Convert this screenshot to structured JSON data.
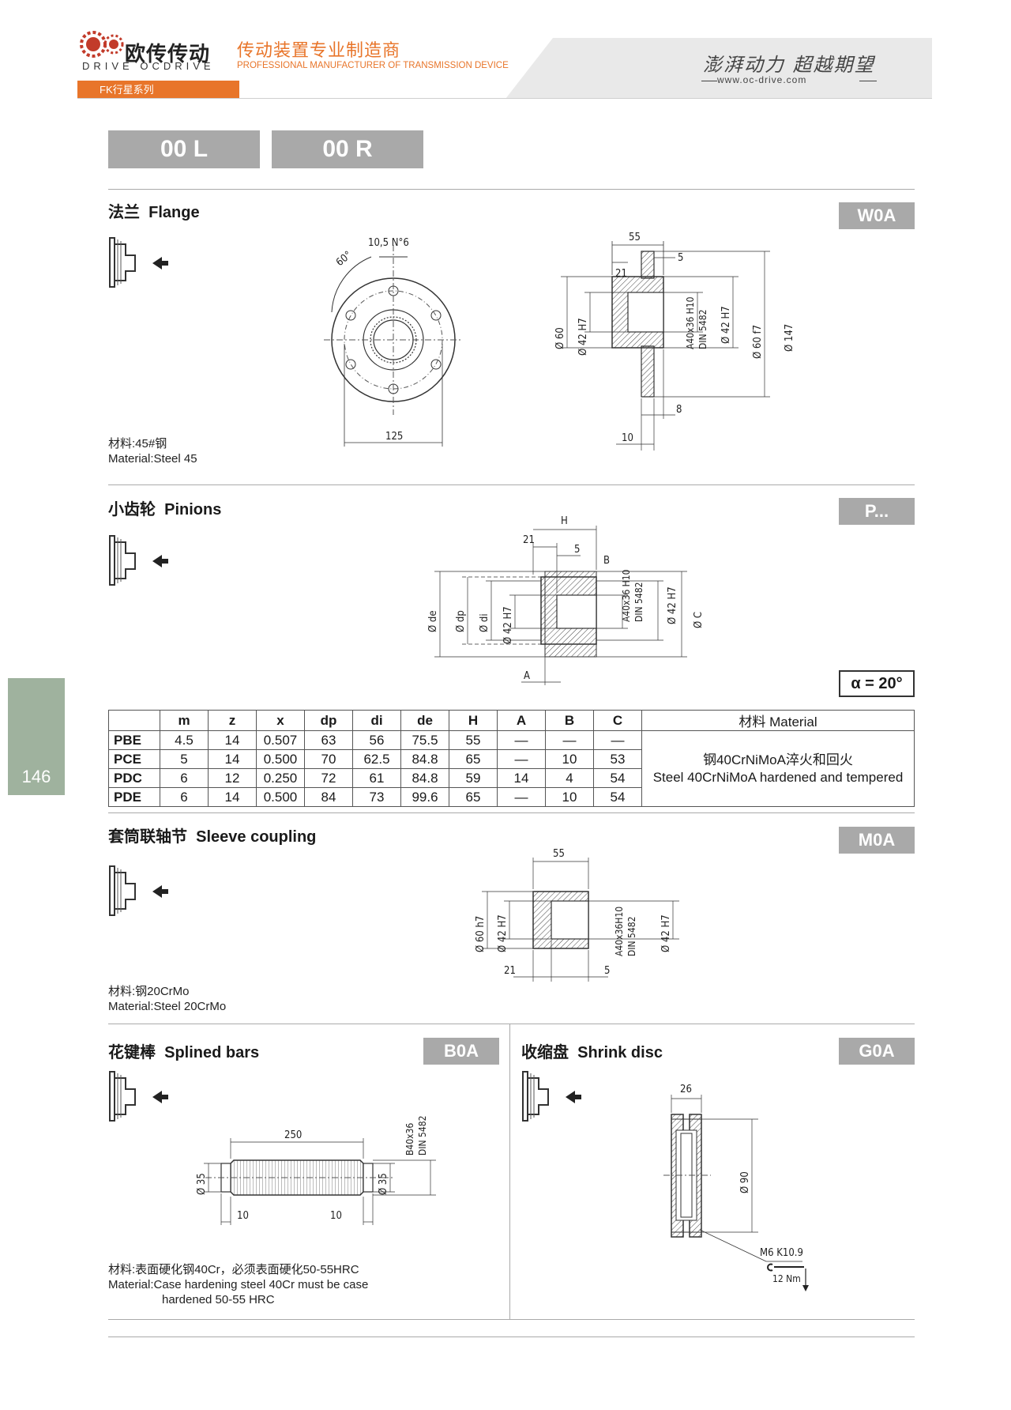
{
  "header": {
    "logo_cn": "欧传传动",
    "logo_en": "DRIVE OCDRIVE",
    "tagline_cn": "传动装置专业制造商",
    "tagline_en": "PROFESSIONAL MANUFACTURER OF TRANSMISSION DEVICE",
    "slogan": "澎湃动力 超越期望",
    "website": "www.oc-drive.com",
    "series": "FK行星系列"
  },
  "tabs": [
    "00 L",
    "00 R"
  ],
  "flange": {
    "title_cn": "法兰",
    "title_en": "Flange",
    "badge": "W0A",
    "material_cn": "材料:45#钢",
    "material_en": "Material:Steel 45",
    "dims": {
      "holes": "10,5 N°6",
      "angle": "60°",
      "diameter_pcd": "125",
      "length": "55",
      "flange_thk": "5",
      "hub": "21",
      "spline": "A40x36 H10",
      "std": "DIN 5482",
      "d60": "Ø 60",
      "d42": "Ø 42 H7",
      "d42b": "Ø 42 H7",
      "d60f7": "Ø 60 f7",
      "d147": "Ø 147",
      "d8": "8",
      "d10": "10"
    }
  },
  "pinions": {
    "title_cn": "小齿轮",
    "title_en": "Pinions",
    "badge": "P...",
    "alpha": "α = 20°",
    "dims": {
      "H": "H",
      "d21": "21",
      "d5": "5",
      "B": "B",
      "A": "A",
      "de": "Ø de",
      "dp": "Ø dp",
      "di": "Ø di",
      "d42": "Ø 42 H7",
      "spline": "A40x36 H10",
      "std": "DIN 5482",
      "d42b": "Ø 42 H7",
      "dC": "Ø C"
    },
    "table": {
      "headers": [
        "",
        "m",
        "z",
        "x",
        "dp",
        "di",
        "de",
        "H",
        "A",
        "B",
        "C",
        "材料 Material"
      ],
      "rows": [
        [
          "PBE",
          "4.5",
          "14",
          "0.507",
          "63",
          "56",
          "75.5",
          "55",
          "—",
          "—",
          "—"
        ],
        [
          "PCE",
          "5",
          "14",
          "0.500",
          "70",
          "62.5",
          "84.8",
          "65",
          "—",
          "10",
          "53"
        ],
        [
          "PDC",
          "6",
          "12",
          "0.250",
          "72",
          "61",
          "84.8",
          "59",
          "14",
          "4",
          "54"
        ],
        [
          "PDE",
          "6",
          "14",
          "0.500",
          "84",
          "73",
          "99.6",
          "65",
          "—",
          "10",
          "54"
        ]
      ],
      "material_cn": "钢40CrNiMoA淬火和回火",
      "material_en": "Steel 40CrNiMoA hardened and tempered"
    }
  },
  "sleeve": {
    "title_cn": "套筒联轴节",
    "title_en": "Sleeve coupling",
    "badge": "M0A",
    "material_cn": "材料:钢20CrMo",
    "material_en": "Material:Steel 20CrMo",
    "dims": {
      "d55": "55",
      "d60h7": "Ø 60 h7",
      "d42": "Ø 42 H7",
      "spline": "A40x36H10",
      "std": "DIN 5482",
      "d42b": "Ø 42 H7",
      "d21": "21",
      "d5": "5"
    }
  },
  "splined": {
    "title_cn": "花键棒",
    "title_en": "Splined bars",
    "badge": "B0A",
    "material_cn": "材料:表面硬化钢40Cr，必须表面硬化50-55HRC",
    "material_en1": "Material:Case hardening steel 40Cr must be case",
    "material_en2": "hardened 50-55 HRC",
    "dims": {
      "d250": "250",
      "d35a": "Ø 35",
      "d35b": "Ø 35",
      "spline": "B40x36",
      "std": "DIN 5482",
      "d10a": "10",
      "d10b": "10"
    }
  },
  "shrink": {
    "title_cn": "收缩盘",
    "title_en": "Shrink disc",
    "badge": "G0A",
    "dims": {
      "d26": "26",
      "d90": "Ø 90",
      "bolt": "M6 K10.9",
      "torque": "12 Nm"
    }
  },
  "page_number": "146"
}
